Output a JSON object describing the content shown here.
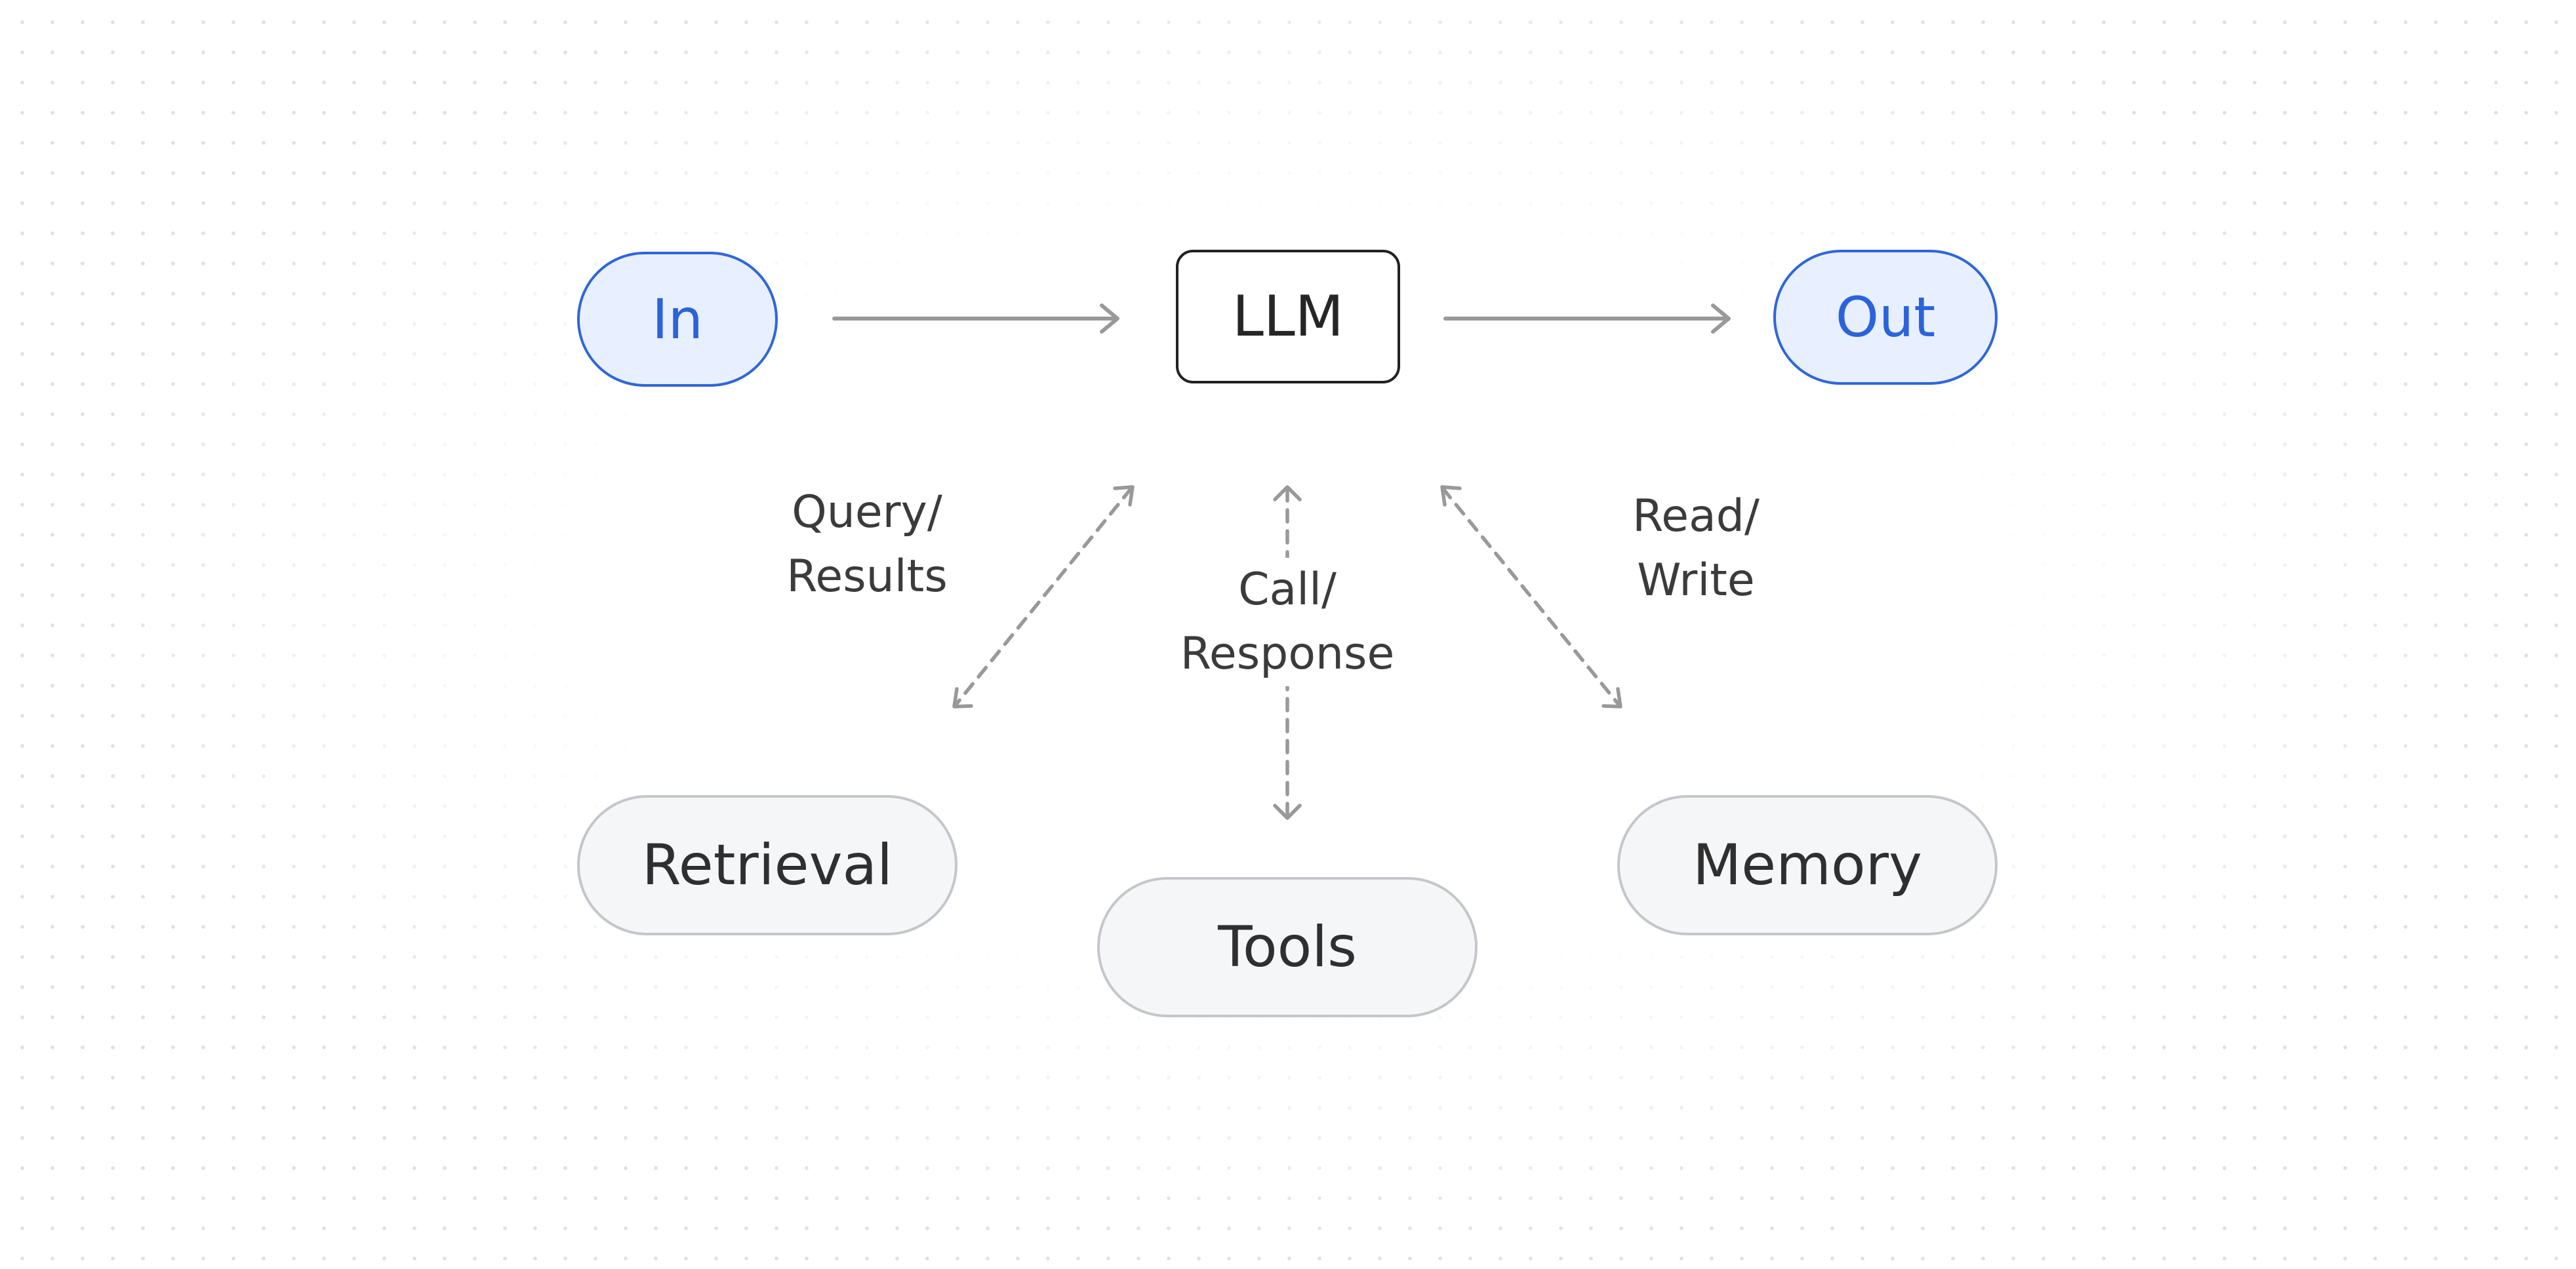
{
  "nodes": {
    "input": "In",
    "llm": "LLM",
    "output": "Out",
    "retrieval": "Retrieval",
    "tools": "Tools",
    "memory": "Memory"
  },
  "edge_labels": {
    "retrieval": [
      "Query/",
      "Results"
    ],
    "tools": [
      "Call/",
      "Response"
    ],
    "memory": [
      "Read/",
      "Write"
    ]
  },
  "colors": {
    "io_fill": "#e8efff",
    "io_stroke": "#2f66d8",
    "io_text": "#2a63db",
    "llm_stroke": "#222222",
    "aux_fill": "#f5f6f8",
    "aux_stroke": "#c4c6ca",
    "arrow": "#999999",
    "background_dots": "#dde0e5"
  },
  "edges": [
    {
      "from": "input",
      "to": "llm",
      "style": "solid",
      "direction": "forward"
    },
    {
      "from": "llm",
      "to": "output",
      "style": "solid",
      "direction": "forward"
    },
    {
      "from": "llm",
      "to": "retrieval",
      "style": "dashed",
      "direction": "both"
    },
    {
      "from": "llm",
      "to": "tools",
      "style": "dashed",
      "direction": "both"
    },
    {
      "from": "llm",
      "to": "memory",
      "style": "dashed",
      "direction": "both"
    }
  ]
}
